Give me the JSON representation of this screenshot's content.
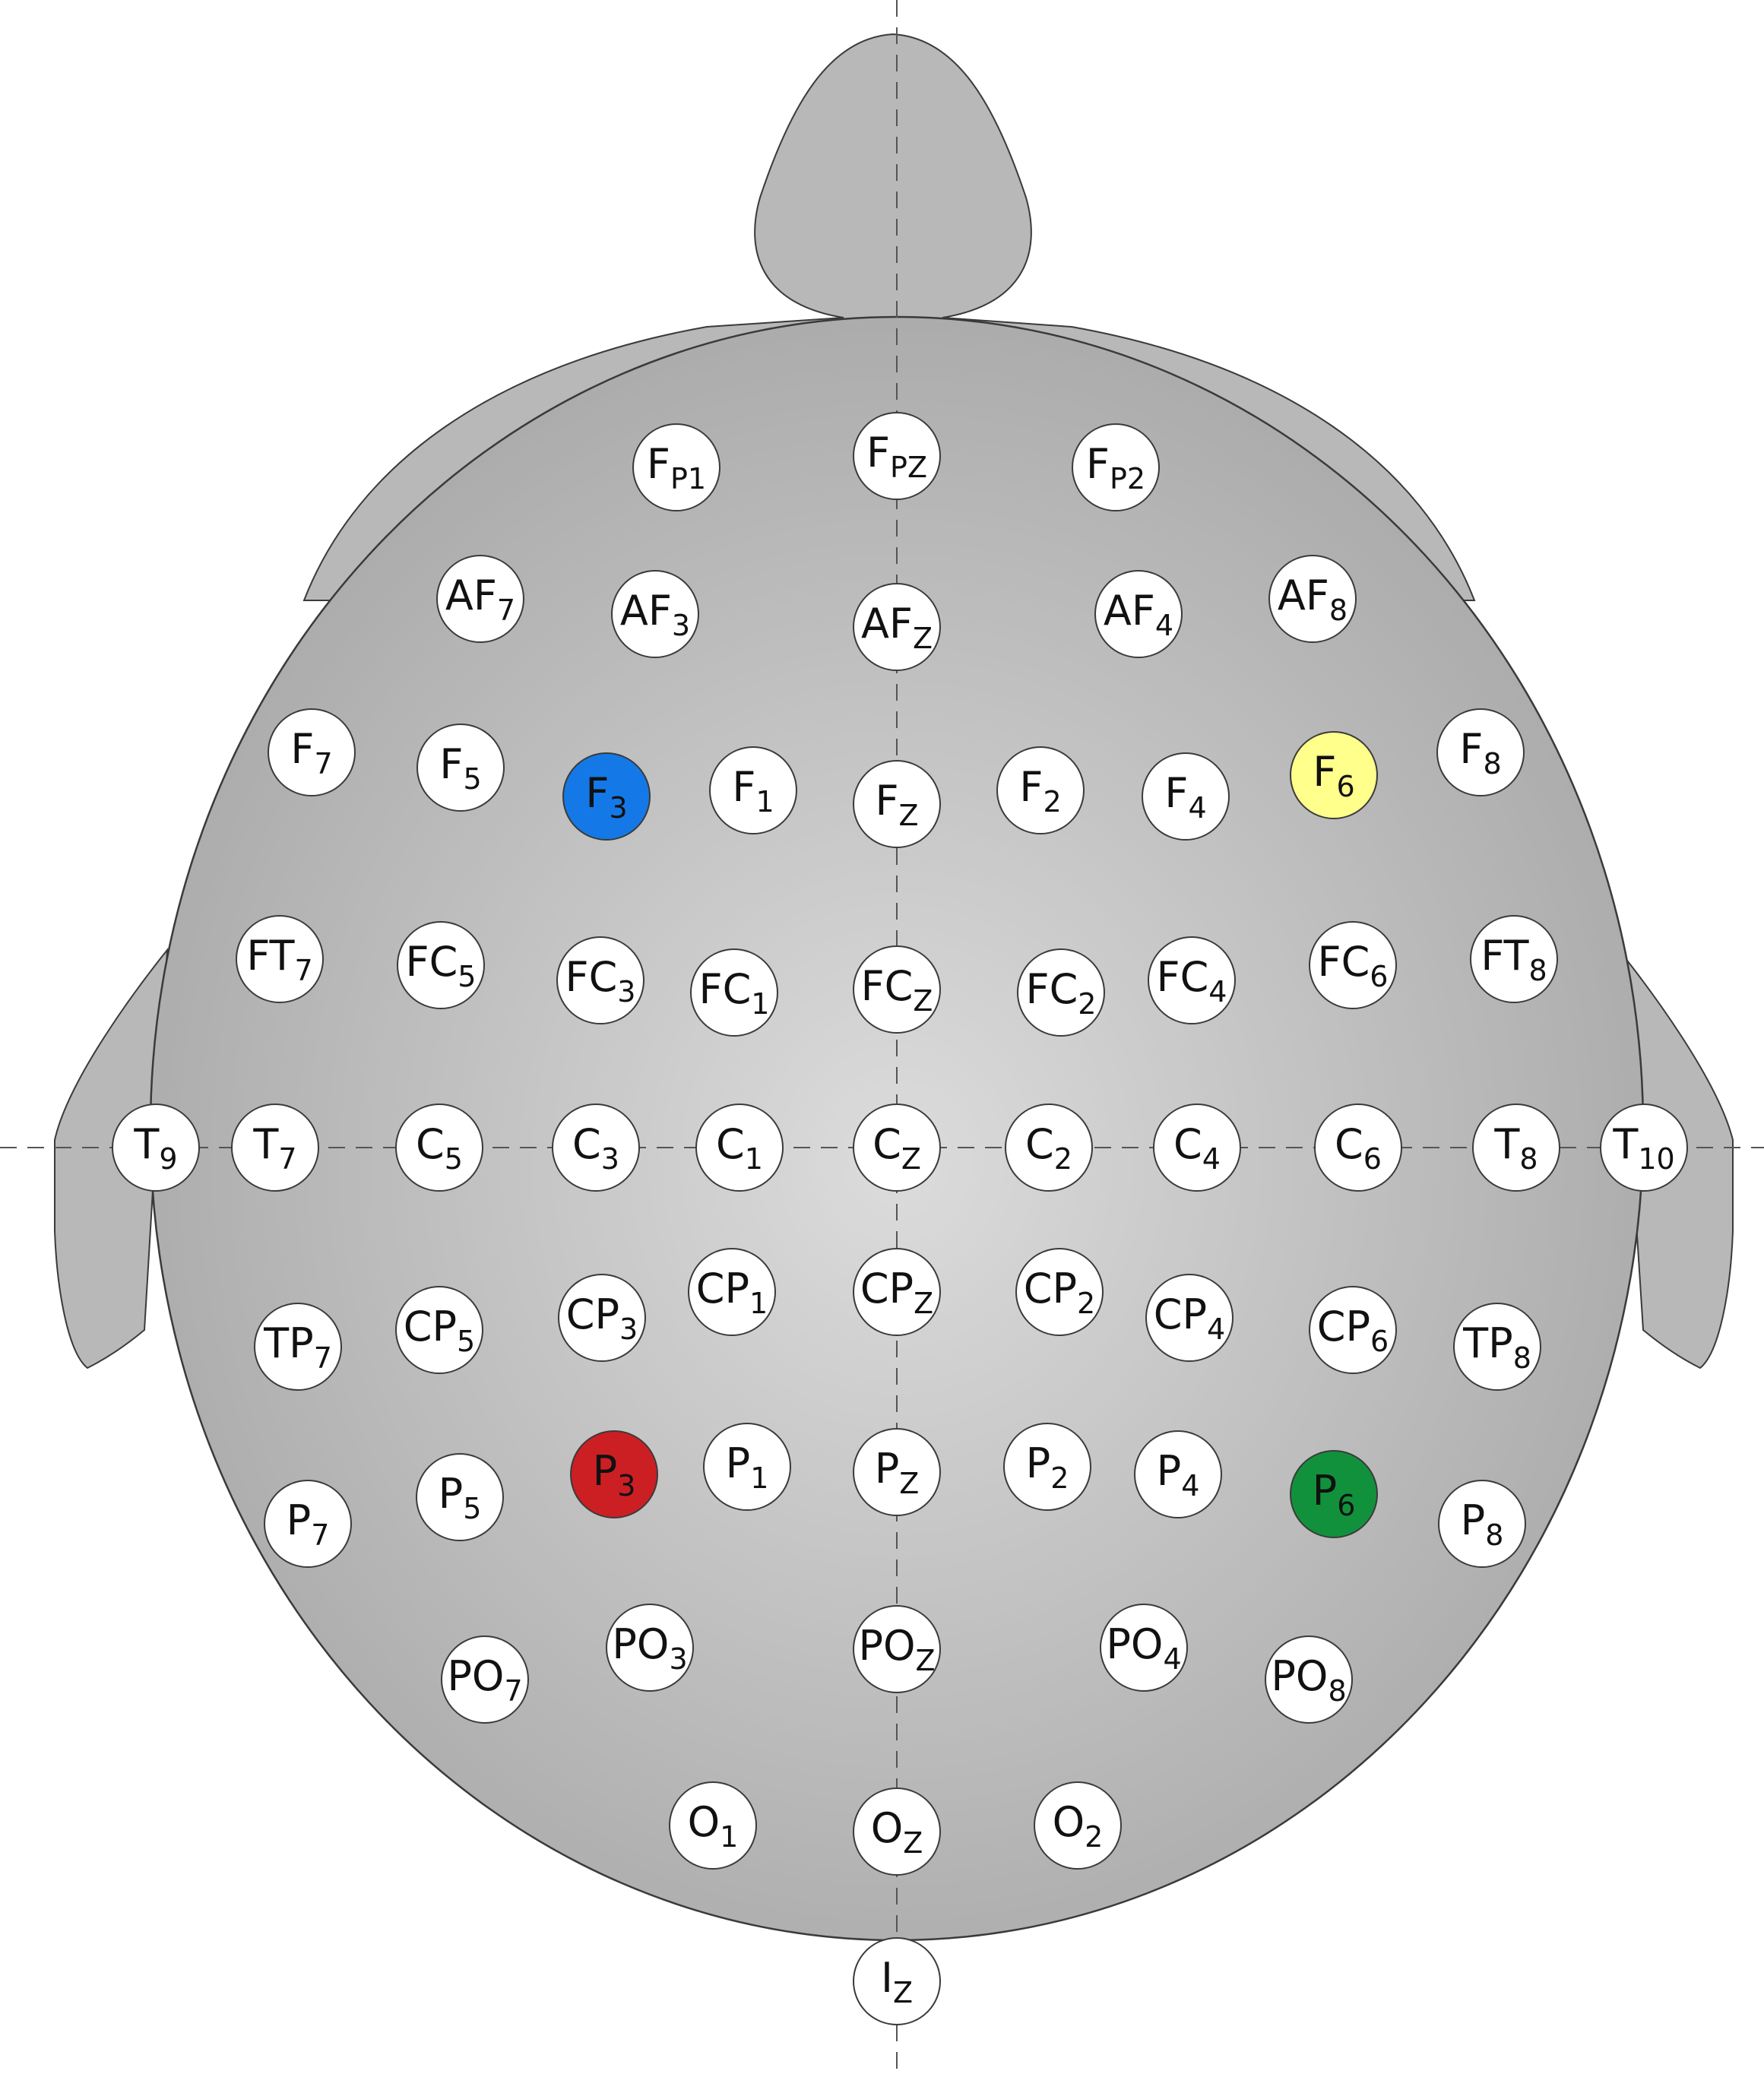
{
  "colors": {
    "background": "#ffffff",
    "head_fill": "#b8b8b8",
    "head_center": "#dcdcdc",
    "outline": "#3a3a3a",
    "electrode_fill": "#ffffff",
    "dashed_line": "#555555"
  },
  "highlighted": {
    "F3": "#1479e6",
    "F6": "#ffff8c",
    "P3": "#cc1f24",
    "P6": "#12913c"
  },
  "electrodes": [
    {
      "id": "FP1",
      "base": "F",
      "sub": "P1"
    },
    {
      "id": "FPZ",
      "base": "F",
      "sub": "PZ"
    },
    {
      "id": "FP2",
      "base": "F",
      "sub": "P2"
    },
    {
      "id": "AF7",
      "base": "AF",
      "sub": "7"
    },
    {
      "id": "AF3",
      "base": "AF",
      "sub": "3"
    },
    {
      "id": "AFZ",
      "base": "AF",
      "sub": "Z"
    },
    {
      "id": "AF4",
      "base": "AF",
      "sub": "4"
    },
    {
      "id": "AF8",
      "base": "AF",
      "sub": "8"
    },
    {
      "id": "F7",
      "base": "F",
      "sub": "7"
    },
    {
      "id": "F5",
      "base": "F",
      "sub": "5"
    },
    {
      "id": "F3",
      "base": "F",
      "sub": "3"
    },
    {
      "id": "F1",
      "base": "F",
      "sub": "1"
    },
    {
      "id": "FZ",
      "base": "F",
      "sub": "Z"
    },
    {
      "id": "F2",
      "base": "F",
      "sub": "2"
    },
    {
      "id": "F4",
      "base": "F",
      "sub": "4"
    },
    {
      "id": "F6",
      "base": "F",
      "sub": "6"
    },
    {
      "id": "F8",
      "base": "F",
      "sub": "8"
    },
    {
      "id": "FT7",
      "base": "FT",
      "sub": "7"
    },
    {
      "id": "FC5",
      "base": "FC",
      "sub": "5"
    },
    {
      "id": "FC3",
      "base": "FC",
      "sub": "3"
    },
    {
      "id": "FC1",
      "base": "FC",
      "sub": "1"
    },
    {
      "id": "FCZ",
      "base": "FC",
      "sub": "Z"
    },
    {
      "id": "FC2",
      "base": "FC",
      "sub": "2"
    },
    {
      "id": "FC4",
      "base": "FC",
      "sub": "4"
    },
    {
      "id": "FC6",
      "base": "FC",
      "sub": "6"
    },
    {
      "id": "FT8",
      "base": "FT",
      "sub": "8"
    },
    {
      "id": "T9",
      "base": "T",
      "sub": "9"
    },
    {
      "id": "T7",
      "base": "T",
      "sub": "7"
    },
    {
      "id": "C5",
      "base": "C",
      "sub": "5"
    },
    {
      "id": "C3",
      "base": "C",
      "sub": "3"
    },
    {
      "id": "C1",
      "base": "C",
      "sub": "1"
    },
    {
      "id": "CZ",
      "base": "C",
      "sub": "Z"
    },
    {
      "id": "C2",
      "base": "C",
      "sub": "2"
    },
    {
      "id": "C4",
      "base": "C",
      "sub": "4"
    },
    {
      "id": "C6",
      "base": "C",
      "sub": "6"
    },
    {
      "id": "T8",
      "base": "T",
      "sub": "8"
    },
    {
      "id": "T10",
      "base": "T",
      "sub": "10"
    },
    {
      "id": "TP7",
      "base": "TP",
      "sub": "7"
    },
    {
      "id": "CP5",
      "base": "CP",
      "sub": "5"
    },
    {
      "id": "CP3",
      "base": "CP",
      "sub": "3"
    },
    {
      "id": "CP1",
      "base": "CP",
      "sub": "1"
    },
    {
      "id": "CPZ",
      "base": "CP",
      "sub": "Z"
    },
    {
      "id": "CP2",
      "base": "CP",
      "sub": "2"
    },
    {
      "id": "CP4",
      "base": "CP",
      "sub": "4"
    },
    {
      "id": "CP6",
      "base": "CP",
      "sub": "6"
    },
    {
      "id": "TP8",
      "base": "TP",
      "sub": "8"
    },
    {
      "id": "P7",
      "base": "P",
      "sub": "7"
    },
    {
      "id": "P5",
      "base": "P",
      "sub": "5"
    },
    {
      "id": "P3",
      "base": "P",
      "sub": "3"
    },
    {
      "id": "P1",
      "base": "P",
      "sub": "1"
    },
    {
      "id": "PZ",
      "base": "P",
      "sub": "Z"
    },
    {
      "id": "P2",
      "base": "P",
      "sub": "2"
    },
    {
      "id": "P4",
      "base": "P",
      "sub": "4"
    },
    {
      "id": "P6",
      "base": "P",
      "sub": "6"
    },
    {
      "id": "P8",
      "base": "P",
      "sub": "8"
    },
    {
      "id": "PO7",
      "base": "PO",
      "sub": "7"
    },
    {
      "id": "PO3",
      "base": "PO",
      "sub": "3"
    },
    {
      "id": "POZ",
      "base": "PO",
      "sub": "Z"
    },
    {
      "id": "PO4",
      "base": "PO",
      "sub": "4"
    },
    {
      "id": "PO8",
      "base": "PO",
      "sub": "8"
    },
    {
      "id": "O1",
      "base": "O",
      "sub": "1"
    },
    {
      "id": "OZ",
      "base": "O",
      "sub": "Z"
    },
    {
      "id": "O2",
      "base": "O",
      "sub": "2"
    },
    {
      "id": "IZ",
      "base": "I",
      "sub": "Z"
    }
  ]
}
